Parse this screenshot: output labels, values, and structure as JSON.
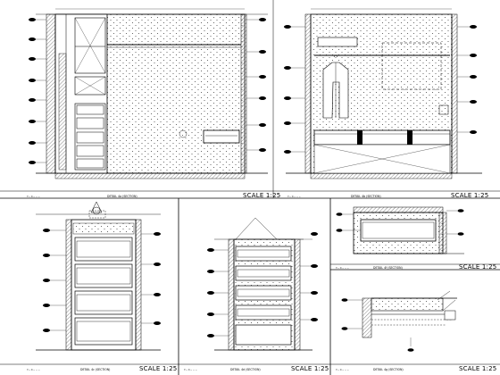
{
  "sheet": {
    "panels": [
      {
        "id": "p1",
        "title": "DETAIL 4a (SECTION)",
        "scale": "SCALE 1:25"
      },
      {
        "id": "p2",
        "title": "DETAIL 4b (SECTION)",
        "scale": "SCALE 1:25"
      },
      {
        "id": "p3",
        "title": "DETAIL 4c (SECTION)",
        "scale": "SCALE 1:25"
      },
      {
        "id": "p4",
        "title": "DETAIL 4d (SECTION)",
        "scale": "SCALE 1:25"
      },
      {
        "id": "p5",
        "title": "DETAIL 4f (SECTION)",
        "scale": "SCALE 1:25"
      },
      {
        "id": "p6",
        "title": "DETAIL 4g (SECTION)",
        "scale": "SCALE 1:25"
      }
    ],
    "ref_note": "Y:~ C:~ ~ ~"
  }
}
